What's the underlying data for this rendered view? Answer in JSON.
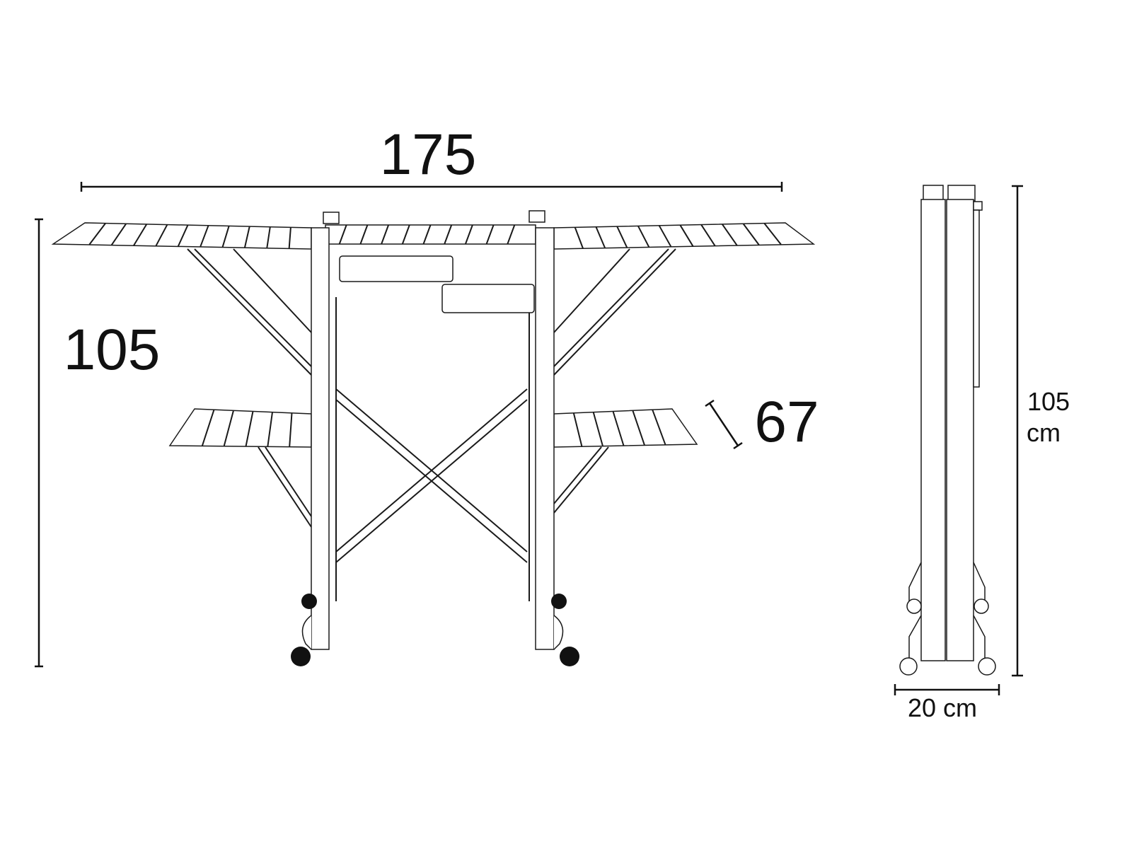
{
  "title": "Drying rack dimensions",
  "front_view": {
    "width_label": "175",
    "height_label": "105",
    "depth_label": "67"
  },
  "side_view": {
    "height_value": "105",
    "height_unit": "cm",
    "width_label": "20 cm"
  },
  "colors": {
    "line": "#1a1a1a",
    "background": "#ffffff"
  }
}
